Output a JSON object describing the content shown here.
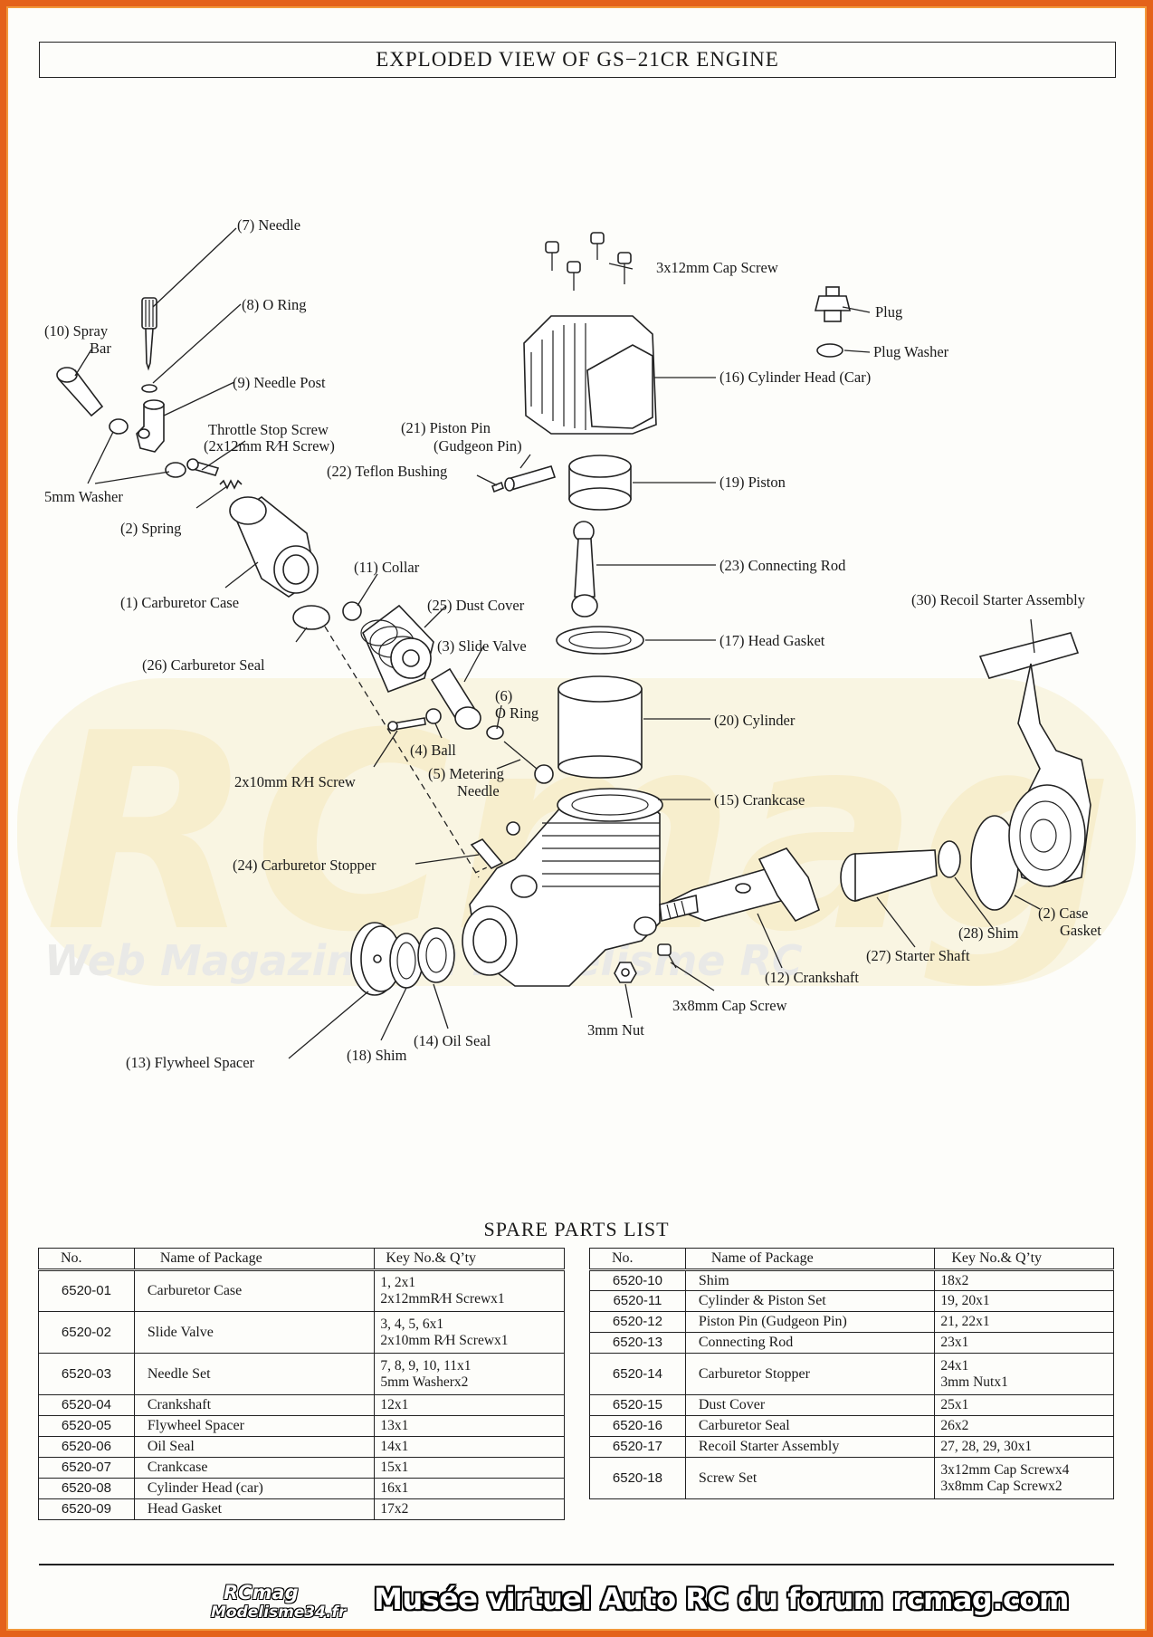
{
  "title": "EXPLODED VIEW OF GS−21CR ENGINE",
  "labels": {
    "needle": "(7)  Needle",
    "o_ring_8": "(8)  O Ring",
    "spray_bar_1": "(10)  Spray",
    "spray_bar_2": "Bar",
    "needle_post": "(9)  Needle Post",
    "throttle_stop_1": "Throttle Stop Screw",
    "throttle_stop_2": "(2x12mm R∕H Screw)",
    "washer_5mm": "5mm Washer",
    "spring": "(2)  Spring",
    "carburetor_case": "(1)  Carburetor Case",
    "collar": "(11)  Collar",
    "dust_cover": "(25)  Dust Cover",
    "slide_valve": "(3)  Slide Valve",
    "carburetor_seal": "(26)  Carburetor Seal",
    "o_ring_6_a": "(6)",
    "o_ring_6_b": "O Ring",
    "ball": "(4)  Ball",
    "metering_1": "(5)  Metering",
    "metering_2": "Needle",
    "screw_2x10": "2x10mm R∕H Screw",
    "cap_screw_3x12": "3x12mm Cap Screw",
    "plug": "Plug",
    "plug_washer": "Plug Washer",
    "cylinder_head": "(16)  Cylinder Head  (Car)",
    "piston_pin_1": "(21)  Piston Pin",
    "piston_pin_2": "(Gudgeon Pin)",
    "teflon_bushing": "(22)  Teflon Bushing",
    "piston": "(19)  Piston",
    "connecting_rod": "(23)  Connecting Rod",
    "head_gasket": "(17)  Head Gasket",
    "cylinder": "(20)  Cylinder",
    "crankcase": "(15)  Crankcase",
    "recoil_starter": "(30)  Recoil Starter Assembly",
    "carburetor_stopper": "(24)  Carburetor Stopper",
    "case_gasket_1": "(2)  Case",
    "case_gasket_2": "Gasket",
    "shim_28": "(28)  Shim",
    "starter_shaft": "(27)  Starter Shaft",
    "crankshaft": "(12)  Crankshaft",
    "cap_screw_3x8": "3x8mm Cap Screw",
    "nut_3mm": "3mm Nut",
    "oil_seal": "(14)  Oil Seal",
    "shim_18": "(18)  Shim",
    "flywheel_spacer": "(13)  Flywheel Spacer"
  },
  "watermark": {
    "logo": "RCmag",
    "tagline": "Web Magazine du Modélisme RC"
  },
  "spare_parts": {
    "title": "SPARE PARTS LIST",
    "headers": [
      "No.",
      "Name of Package",
      "Key No.& Q’ty"
    ],
    "left": [
      {
        "no": "6520-01",
        "name": "Carburetor Case",
        "qty": "1, 2x1\n2x12mmR∕H Screwx1"
      },
      {
        "no": "6520-02",
        "name": "Slide Valve",
        "qty": "3, 4, 5, 6x1\n2x10mm R∕H Screwx1"
      },
      {
        "no": "6520-03",
        "name": "Needle Set",
        "qty": "7, 8, 9, 10, 11x1\n5mm Washerx2"
      },
      {
        "no": "6520-04",
        "name": "Crankshaft",
        "qty": "12x1"
      },
      {
        "no": "6520-05",
        "name": "Flywheel Spacer",
        "qty": "13x1"
      },
      {
        "no": "6520-06",
        "name": "Oil Seal",
        "qty": "14x1"
      },
      {
        "no": "6520-07",
        "name": "Crankcase",
        "qty": "15x1"
      },
      {
        "no": "6520-08",
        "name": "Cylinder Head  (car)",
        "qty": "16x1"
      },
      {
        "no": "6520-09",
        "name": "Head Gasket",
        "qty": "17x2"
      }
    ],
    "right": [
      {
        "no": "6520-10",
        "name": "Shim",
        "qty": "18x2"
      },
      {
        "no": "6520-11",
        "name": "Cylinder & Piston Set",
        "qty": "19, 20x1"
      },
      {
        "no": "6520-12",
        "name": "Piston Pin  (Gudgeon Pin)",
        "qty": "21, 22x1"
      },
      {
        "no": "6520-13",
        "name": "Connecting Rod",
        "qty": "23x1"
      },
      {
        "no": "6520-14",
        "name": "Carburetor Stopper",
        "qty": "24x1\n3mm Nutx1"
      },
      {
        "no": "6520-15",
        "name": "Dust Cover",
        "qty": "25x1"
      },
      {
        "no": "6520-16",
        "name": "Carburetor Seal",
        "qty": "26x2"
      },
      {
        "no": "6520-17",
        "name": "Recoil Starter Assembly",
        "qty": "27, 28, 29, 30x1"
      },
      {
        "no": "6520-18",
        "name": "Screw Set",
        "qty": "3x12mm Cap Screwx4\n3x8mm Cap Screwx2"
      }
    ]
  },
  "footer": {
    "logo_line1": "RCmag",
    "logo_line2": "Modelisme34.fr",
    "caption": "Musée virtuel Auto RC du forum rcmag.com"
  },
  "colors": {
    "frame": "#e4621a",
    "watermark": "#f6e7b8"
  }
}
